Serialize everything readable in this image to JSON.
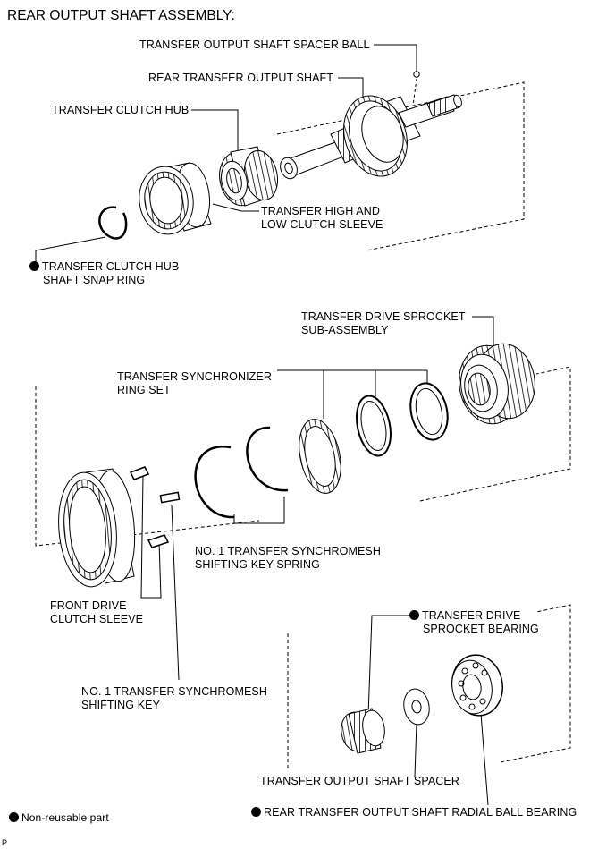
{
  "header": {
    "title": "REAR OUTPUT SHAFT ASSEMBLY:"
  },
  "labels": {
    "spacer_ball": "TRANSFER OUTPUT SHAFT SPACER BALL",
    "rear_output_shaft": "REAR TRANSFER OUTPUT SHAFT",
    "clutch_hub": "TRANSFER CLUTCH HUB",
    "hl_clutch_sleeve_1": "TRANSFER HIGH AND",
    "hl_clutch_sleeve_2": "LOW CLUTCH SLEEVE",
    "hub_snap_ring_1": "TRANSFER CLUTCH HUB",
    "hub_snap_ring_2": "SHAFT SNAP RING",
    "drive_sprocket_1": "TRANSFER DRIVE SPROCKET",
    "drive_sprocket_2": "SUB-ASSEMBLY",
    "synchro_ring_set_1": "TRANSFER SYNCHRONIZER",
    "synchro_ring_set_2": "RING SET",
    "key_spring_1": "NO. 1 TRANSFER SYNCHROMESH",
    "key_spring_2": "SHIFTING KEY SPRING",
    "front_drive_sleeve_1": "FRONT DRIVE",
    "front_drive_sleeve_2": "CLUTCH SLEEVE",
    "shifting_key_1": "NO. 1 TRANSFER SYNCHROMESH",
    "shifting_key_2": "SHIFTING KEY",
    "sprocket_bearing_1": "TRANSFER DRIVE",
    "sprocket_bearing_2": "SPROCKET BEARING",
    "shaft_spacer": "TRANSFER OUTPUT SHAFT SPACER",
    "radial_ball_bearing": "REAR TRANSFER OUTPUT SHAFT RADIAL BALL BEARING"
  },
  "legend": {
    "non_reusable": "Non-reusable part"
  },
  "footer": {
    "code": "P"
  }
}
